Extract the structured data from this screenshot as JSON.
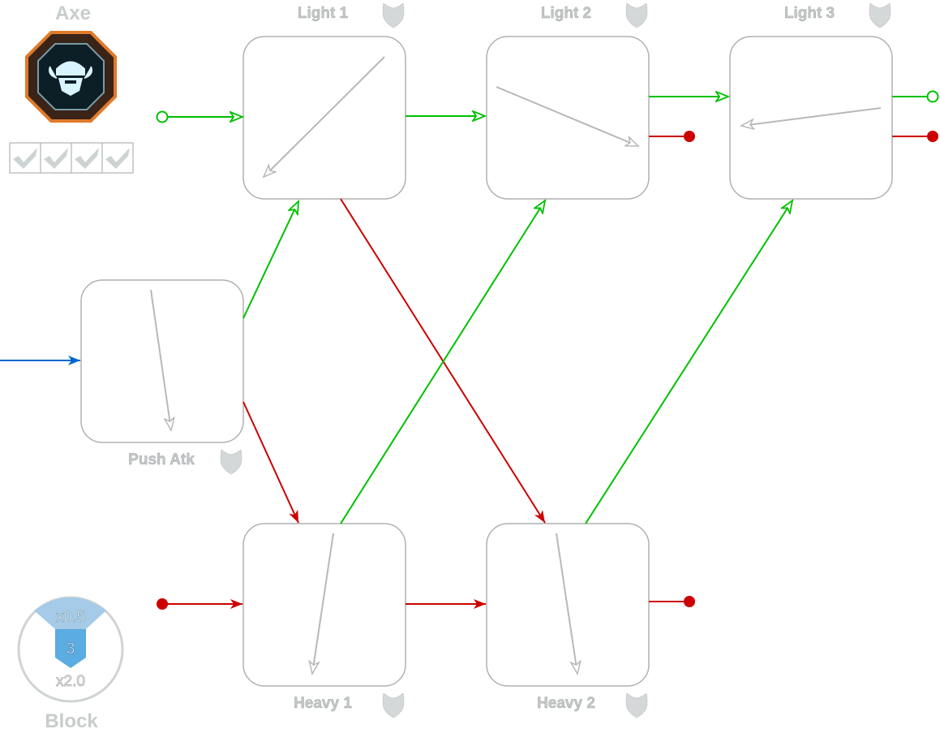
{
  "weapon": {
    "name": "Axe",
    "icon": "viking-helmet-icon",
    "checks": 4
  },
  "block": {
    "label": "Block",
    "top": "x0.5",
    "count": "3",
    "bottom": "x2.0"
  },
  "nodes": [
    {
      "id": "light1",
      "label": "Light 1"
    },
    {
      "id": "light2",
      "label": "Light 2"
    },
    {
      "id": "light3",
      "label": "Light 3"
    },
    {
      "id": "push",
      "label": "Push Atk"
    },
    {
      "id": "heavy1",
      "label": "Heavy 1"
    },
    {
      "id": "heavy2",
      "label": "Heavy 2"
    }
  ],
  "colors": {
    "light": "#00c000",
    "heavy": "#cc0000",
    "entry": "#0066cc",
    "node_border": "#b0b0b0",
    "label": "#c4c8c8"
  }
}
